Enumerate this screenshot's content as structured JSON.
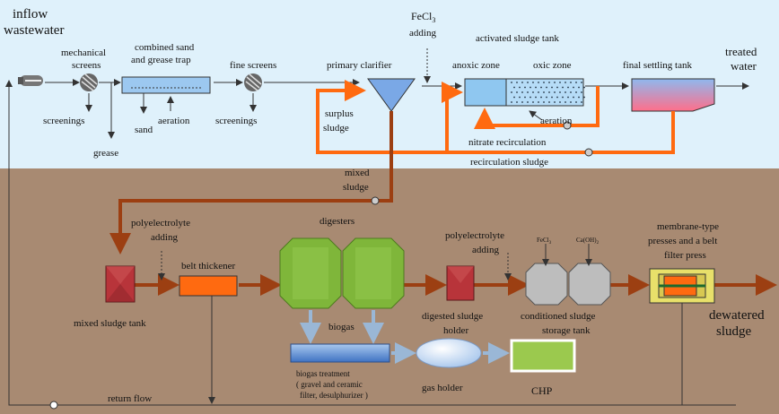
{
  "colors": {
    "water_band": "#dff1fb",
    "soil_band": "#a88a72",
    "sludge_line": "#ff6a10",
    "sludge_line_dark": "#9c3f12",
    "green_tank": "#7fb63a",
    "red_tank": "#b8343a",
    "grey_tank": "#bdbdbd",
    "anoxic_blue": "#8fc7f0",
    "chp_green": "#9bc94e"
  },
  "top": {
    "inflow_1": "inflow",
    "inflow_2": "wastewater",
    "mech_1": "mechanical",
    "mech_2": "screens",
    "screenings_1": "screenings",
    "grease": "grease",
    "trap_1": "combined sand",
    "trap_2": "and grease trap",
    "aeration_1": "aeration",
    "sand": "sand",
    "fine_screens": "fine screens",
    "screenings_2": "screenings",
    "fecl3_1": "FeCl",
    "fecl3_sub": "3",
    "adding_1": "adding",
    "primary_clarifier": "primary clarifier",
    "surplus_1": "surplus",
    "surplus_2": "sludge",
    "activated_tank": "activated sludge tank",
    "anoxic_zone": "anoxic zone",
    "oxic_zone": "oxic zone",
    "aeration_2": "aeration",
    "nitrate_recirc": "nitrate recirculation",
    "recirc_sludge": "recirculation sludge",
    "final_settling": "final settling tank",
    "treated_1": "treated",
    "treated_2": "water"
  },
  "bottom": {
    "mixed_1": "mixed",
    "mixed_2": "sludge",
    "poly1_1": "polyelectrolyte",
    "poly1_2": "adding",
    "belt_thickener": "belt thickener",
    "mixed_tank": "mixed sludge tank",
    "digesters": "digesters",
    "biogas": "biogas",
    "biogas_treat_1": "biogas treatment",
    "biogas_treat_2": "( gravel and ceramic",
    "biogas_treat_3": "filter, desulphurizer )",
    "gas_holder": "gas holder",
    "chp": "CHP",
    "poly2_1": "polyelectrolyte",
    "poly2_2": "adding",
    "digested_1": "digested sludge",
    "digested_2": "holder",
    "fecl3_small": "FeCl",
    "fecl3_small_sub": "3",
    "caoh2_small": "Ca(OH)",
    "caoh2_small_sub": "2",
    "conditioned_1": "conditioned sludge",
    "conditioned_2": "storage tank",
    "membrane_1": "membrane-type",
    "membrane_2": "presses and a belt",
    "membrane_3": "filter press",
    "dewatered_1": "dewatered",
    "dewatered_2": "sludge",
    "return_flow": "return flow"
  }
}
